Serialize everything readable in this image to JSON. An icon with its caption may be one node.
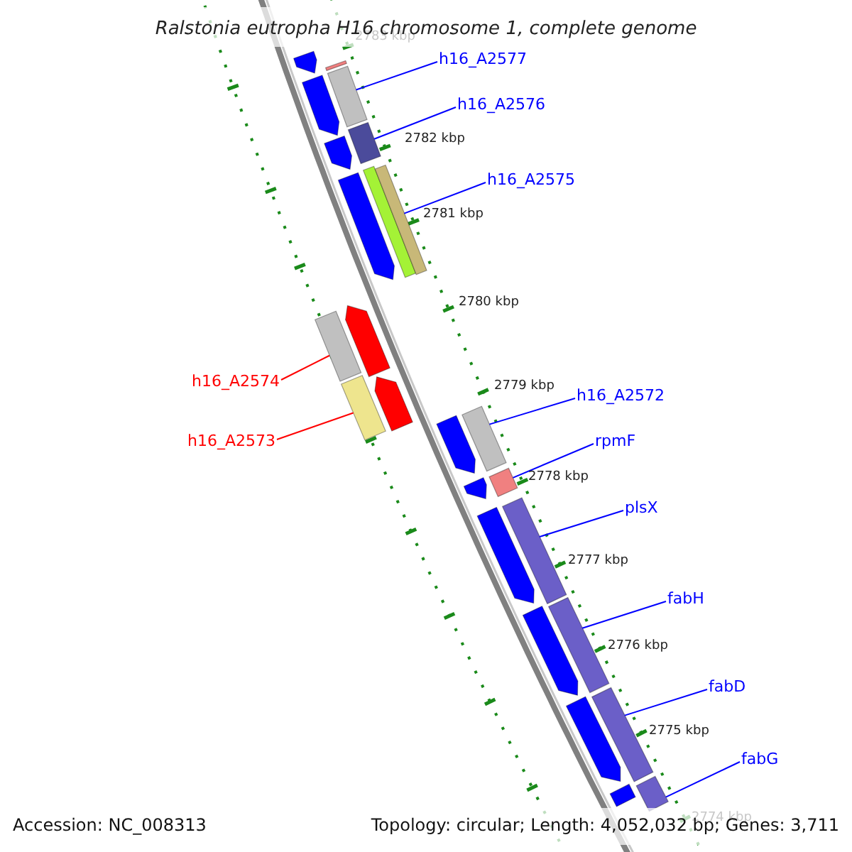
{
  "diagram": {
    "title": "Ralstonia eutropha H16 chromosome 1, complete genome",
    "nodes": [
      {
        "text": [
          "h16_A2577"
        ]
      },
      {
        "text": [
          "h16_A2576"
        ]
      },
      {
        "text": [
          "h16_A2575"
        ]
      },
      {
        "text": [
          "h16_A2574"
        ]
      },
      {
        "text": [
          "h16_A2572"
        ]
      },
      {
        "text": [
          "h16_A2573"
        ]
      },
      {
        "text": [
          "rpmF"
        ]
      },
      {
        "text": [
          "plsX"
        ]
      },
      {
        "text": [
          "fabH"
        ]
      },
      {
        "text": [
          "fabD"
        ]
      },
      {
        "text": [
          "fabG"
        ]
      },
      {
        "text": [],
        "shape": "arrow"
      },
      {
        "text": [],
        "shape": "bar"
      },
      {
        "text": [],
        "shape": "bar"
      },
      {
        "text": [],
        "shape": "arrow"
      },
      {
        "text": [],
        "shape": "bar"
      },
      {
        "text": [],
        "shape": "arrow"
      },
      {
        "text": [],
        "shape": "bar"
      },
      {
        "text": [],
        "shape": "bar"
      },
      {
        "text": [],
        "shape": "arrow"
      },
      {
        "text": [],
        "shape": "arrow"
      },
      {
        "text": [],
        "shape": "bar"
      },
      {
        "text": [],
        "shape": "arrow"
      },
      {
        "text": [],
        "shape": "bar"
      },
      {
        "text": [],
        "shape": "bar"
      },
      {
        "text": [],
        "shape": "arrow"
      },
      {
        "text": [],
        "shape": "bar"
      },
      {
        "text": [],
        "shape": "arrow"
      },
      {
        "text": [],
        "shape": "bar"
      },
      {
        "text": [],
        "shape": "arrow"
      },
      {
        "text": [],
        "shape": "bar"
      },
      {
        "text": [],
        "shape": "arrow"
      },
      {
        "text": [],
        "shape": "bar"
      },
      {
        "text": [],
        "shape": "arrow"
      },
      {
        "text": [],
        "shape": "bar"
      },
      {
        "text": [],
        "shape": "bar"
      }
    ],
    "edges": [
      {
        "from": 0,
        "to": 13,
        "arrow": "none"
      },
      {
        "from": 1,
        "to": 15,
        "arrow": "none"
      },
      {
        "from": 2,
        "to": 18,
        "arrow": "none"
      },
      {
        "from": 3,
        "to": 21,
        "arrow": "none",
        "color": "#ff0000"
      },
      {
        "from": 4,
        "to": 24,
        "arrow": "none"
      },
      {
        "from": 5,
        "to": 23,
        "arrow": "none",
        "color": "#ff0000"
      },
      {
        "from": 6,
        "to": 26,
        "arrow": "none"
      },
      {
        "from": 7,
        "to": 28,
        "arrow": "none"
      },
      {
        "from": 8,
        "to": 30,
        "arrow": "none"
      },
      {
        "from": 9,
        "to": 32,
        "arrow": "none"
      },
      {
        "from": 10,
        "to": 34,
        "arrow": "none"
      }
    ],
    "labels": [
      "2783 kbp",
      "2782 kbp",
      "2781 kbp",
      "2780 kbp",
      "2779 kbp",
      "2778 kbp",
      "2777 kbp",
      "2776 kbp",
      "2775 kbp",
      "2774 kbp",
      "Accession: NC_008313",
      "Topology: circular; Length: 4,052,032 bp; Genes: 3,711"
    ]
  }
}
